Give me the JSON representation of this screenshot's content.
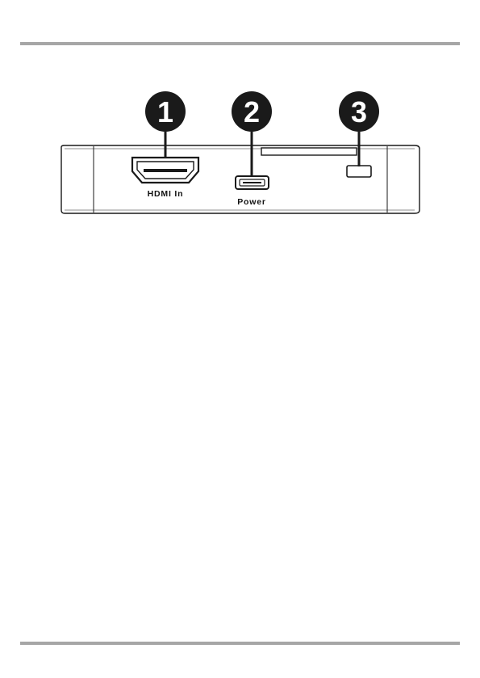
{
  "callouts": [
    {
      "number": "1"
    },
    {
      "number": "2"
    },
    {
      "number": "3"
    }
  ],
  "ports": {
    "hdmi_label": "HDMI In",
    "power_label": "Power"
  },
  "colors": {
    "rule": "#a6a6a6",
    "callout_fill": "#1a1a1a",
    "callout_text": "#ffffff",
    "outline": "#1a1a1a"
  }
}
